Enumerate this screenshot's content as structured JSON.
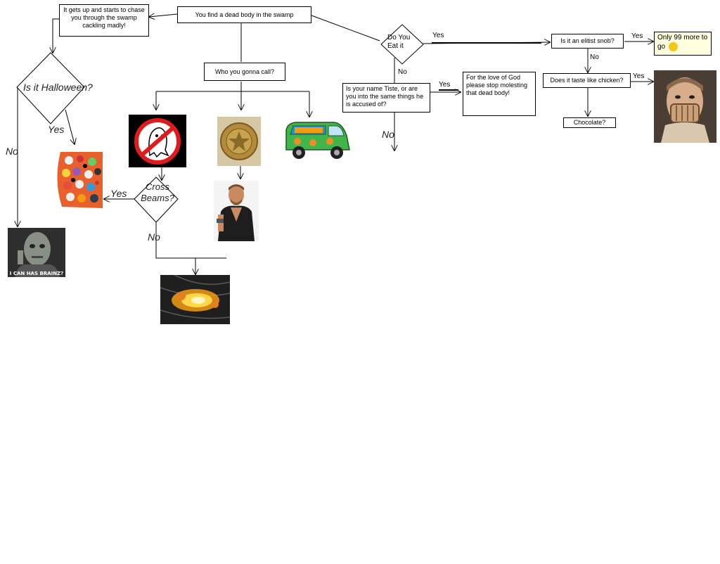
{
  "nodes": {
    "start": "You find a dead body in the swamp",
    "chase": "It gets up and starts to chase you through the swamp cackling madly!",
    "halloween": "Is it Halloween?",
    "call": "Who you gonna call?",
    "eat": "Do You Eat it",
    "tiste": "Is your name Tiste, or are you into the same things he is accused of?",
    "molest": "For the love of God please stop molesting that dead body!",
    "snob": "Is it an elitist snob?",
    "more": "Only 99 more to go",
    "chicken": "Does it taste like chicken?",
    "chocolate": "Chocolate?",
    "crossbeams": "Cross Beams?"
  },
  "edge_labels": {
    "yes": "Yes",
    "no": "No"
  },
  "images": {
    "zombie_caption": "I CAN HAS BRAINZ?"
  },
  "colors": {
    "ghostbusters_red": "#e01b1b",
    "van_green": "#3fb54a",
    "van_blue": "#2a8fd6",
    "badge_gold": "#b48a3c"
  }
}
